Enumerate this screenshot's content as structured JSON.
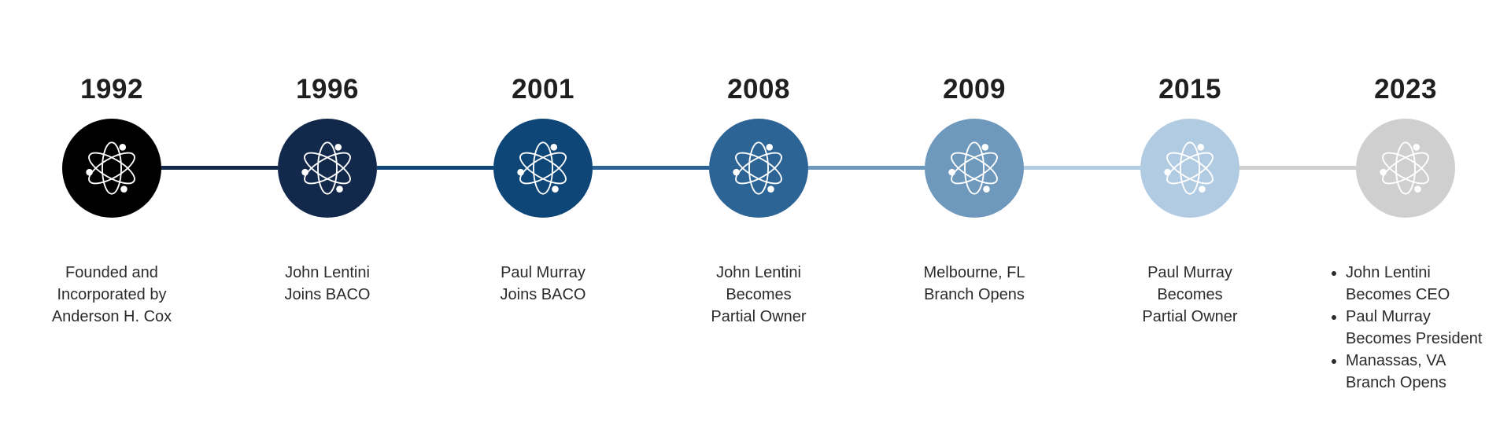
{
  "timeline": {
    "connector_colors": [
      "#13294b",
      "#0d4677",
      "#2c6496",
      "#6f98bd",
      "#b1cbe2",
      "#cfcfcf"
    ],
    "milestones": [
      {
        "year": "1992",
        "color": "#000000",
        "icon": "atom-icon",
        "icon_color": "#ffffff",
        "caption": [
          "Founded and",
          "Incorporated by",
          "Anderson H. Cox"
        ]
      },
      {
        "year": "1996",
        "color": "#13294b",
        "icon": "atom-icon",
        "icon_color": "#ffffff",
        "caption": [
          "John Lentini",
          "Joins BACO"
        ]
      },
      {
        "year": "2001",
        "color": "#0d4677",
        "icon": "atom-icon",
        "icon_color": "#ffffff",
        "caption": [
          "Paul Murray",
          "Joins BACO"
        ]
      },
      {
        "year": "2008",
        "color": "#2c6496",
        "icon": "atom-icon",
        "icon_color": "#ffffff",
        "caption": [
          "John Lentini",
          "Becomes",
          "Partial Owner"
        ]
      },
      {
        "year": "2009",
        "color": "#6f98bd",
        "icon": "atom-icon",
        "icon_color": "#ffffff",
        "caption": [
          "Melbourne, FL",
          "Branch Opens"
        ]
      },
      {
        "year": "2015",
        "color": "#b1cbe2",
        "icon": "atom-icon",
        "icon_color": "#ffffff",
        "caption": [
          "Paul Murray",
          "Becomes",
          "Partial Owner"
        ]
      },
      {
        "year": "2023",
        "color": "#cfcfcf",
        "icon": "atom-icon",
        "icon_color": "#ffffff",
        "bullets": [
          [
            "John Lentini",
            "Becomes CEO"
          ],
          [
            "Paul Murray",
            "Becomes President"
          ],
          [
            "Manassas, VA",
            "Branch Opens"
          ]
        ]
      }
    ]
  }
}
